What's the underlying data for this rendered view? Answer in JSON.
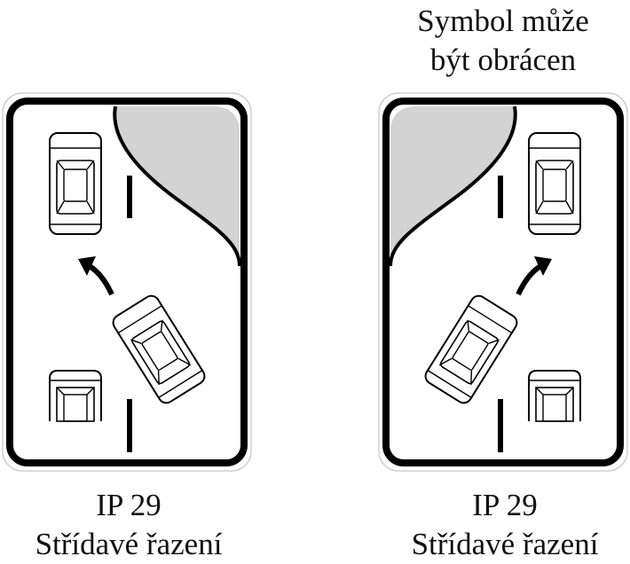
{
  "note": {
    "line1": "Symbol může",
    "line2": "být obrácen"
  },
  "signs": [
    {
      "code": "IP 29",
      "name": "Střídavé řazení",
      "orientation": "normal"
    },
    {
      "code": "IP 29",
      "name": "Střídavé řazení",
      "orientation": "mirrored"
    }
  ],
  "colors": {
    "border": "#000000",
    "background": "#ffffff",
    "shaded_area": "#d3d3d3",
    "text": "#111111"
  }
}
